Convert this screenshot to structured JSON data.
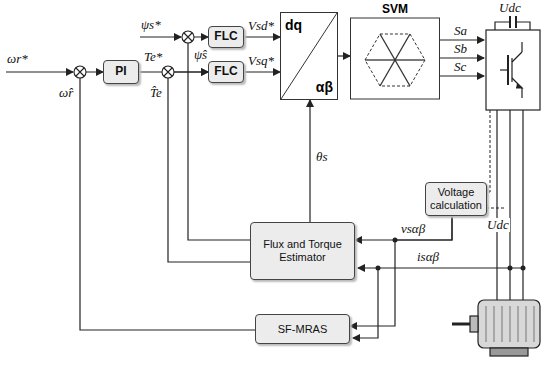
{
  "diagram": {
    "nodes": [
      {
        "text": [
          "PI"
        ]
      },
      {
        "text": [
          "FLC"
        ]
      },
      {
        "text": [
          "FLC"
        ]
      },
      {
        "text": [
          "dq",
          "αβ"
        ]
      },
      {
        "text": [
          "SVM"
        ]
      },
      {
        "text": [
          "Voltage calculation"
        ]
      },
      {
        "text": [
          "Flux and Torque Estimator"
        ]
      },
      {
        "text": [
          "SF-MRAS"
        ]
      }
    ],
    "edges": [
      {
        "from": 0,
        "to": 2,
        "arrow": "to",
        "label": "Te*"
      },
      {
        "from": 1,
        "to": 3,
        "arrow": "to",
        "label": "Vsd*"
      },
      {
        "from": 2,
        "to": 3,
        "arrow": "to",
        "label": "Vsq*"
      },
      {
        "from": 3,
        "to": 4,
        "arrow": "to"
      },
      {
        "from": 6,
        "to": 3,
        "arrow": "to",
        "label": "θs"
      },
      {
        "from": 6,
        "to": 1,
        "arrow": "to",
        "label": "ψ̂s"
      },
      {
        "from": 6,
        "to": 2,
        "arrow": "to",
        "label": "T̂e"
      },
      {
        "from": 5,
        "to": 6,
        "arrow": "to",
        "label": "vsαβ"
      },
      {
        "from": 5,
        "to": 7,
        "arrow": "to"
      },
      {
        "from": 7,
        "to": 0,
        "arrow": "to",
        "label": "ω̂r"
      }
    ],
    "labels": [
      "ωr*",
      "ψs*",
      "Sa",
      "Sb",
      "Sc",
      "Udc",
      "Udc",
      "isαβ"
    ]
  }
}
